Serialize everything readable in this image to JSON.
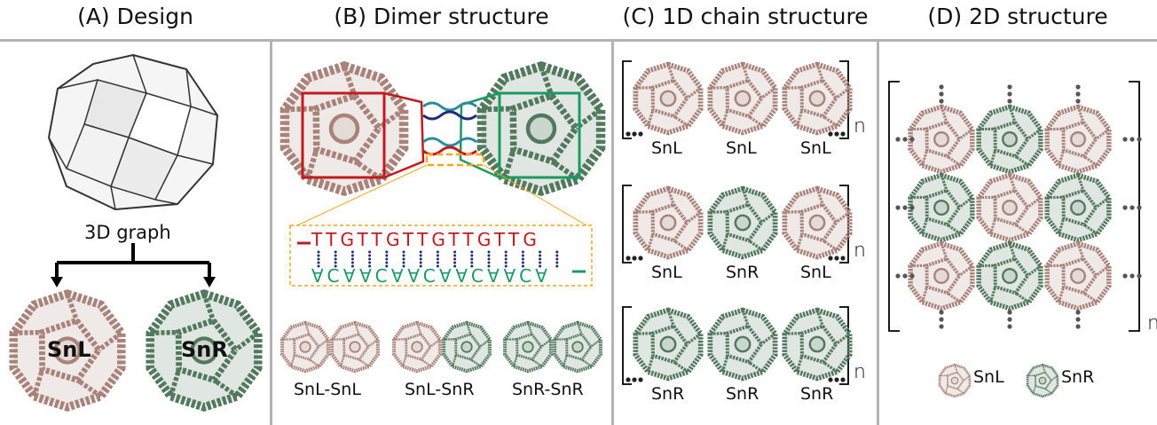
{
  "panels": {
    "a": {
      "title": "(A) Design",
      "graph_label": "3D graph",
      "left_label": "SnL",
      "right_label": "SnR"
    },
    "b": {
      "title": "(B) Dimer structure",
      "top_strand": "TTGTTGTTGTTGTTG",
      "bottom_strand": "ACAACAACAACAACA",
      "pairs": [
        "SnL-SnL",
        "SnL-SnR",
        "SnR-SnR"
      ]
    },
    "c": {
      "title": "(C) 1D chain structure",
      "repeat": "n",
      "rows": [
        [
          "SnL",
          "SnL",
          "SnL"
        ],
        [
          "SnL",
          "SnR",
          "SnL"
        ],
        [
          "SnR",
          "SnR",
          "SnR"
        ]
      ]
    },
    "d": {
      "title": "(D) 2D structure",
      "repeat": "n",
      "grid": [
        [
          "SnL",
          "SnR",
          "SnL"
        ],
        [
          "SnR",
          "SnL",
          "SnR"
        ],
        [
          "SnL",
          "SnR",
          "SnL"
        ]
      ],
      "legend": [
        "SnL",
        "SnR"
      ]
    }
  },
  "colors": {
    "SnL": "#a9837a",
    "SnR": "#52785e",
    "red": "#c21a1e",
    "green": "#1a9a62",
    "orange": "#f2a81d",
    "navy": "#1f2b78",
    "teal": "#2a8aa0"
  }
}
